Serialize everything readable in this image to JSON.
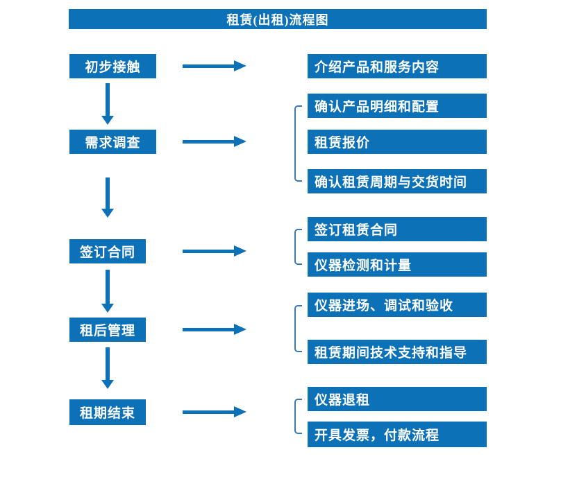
{
  "title": "租赁(出租)流程图",
  "colors": {
    "accent": "#0d71b8",
    "bracket": "#3c78b4",
    "text": "#ffffff",
    "background": "#ffffff"
  },
  "steps": [
    {
      "label": "初步接触",
      "outputs": [
        "介绍产品和服务内容"
      ]
    },
    {
      "label": "需求调查",
      "outputs": [
        "确认产品明细和配置",
        "租赁报价",
        "确认租赁周期与交货时间"
      ]
    },
    {
      "label": "签订合同",
      "outputs": [
        "签订租赁合同",
        "仪器检测和计量"
      ]
    },
    {
      "label": "租后管理",
      "outputs": [
        "仪器进场、调试和验收",
        "租赁期间技术支持和指导"
      ]
    },
    {
      "label": "租期结束",
      "outputs": [
        "仪器退租",
        "开具发票，付款流程"
      ]
    }
  ]
}
